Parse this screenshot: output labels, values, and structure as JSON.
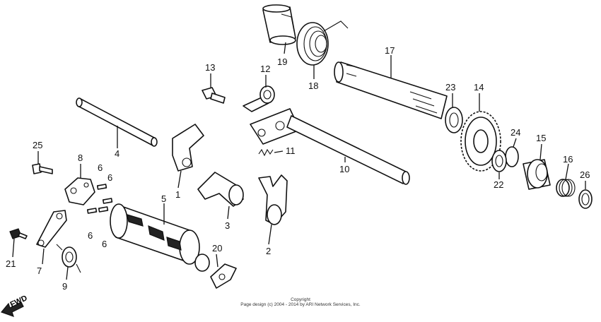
{
  "labels": {
    "p1": "1",
    "p2": "2",
    "p3": "3",
    "p4": "4",
    "p5": "5",
    "p6a": "6",
    "p6b": "6",
    "p6c": "6",
    "p6d": "6",
    "p7": "7",
    "p8": "8",
    "p9": "9",
    "p10": "10",
    "p11": "11",
    "p12": "12",
    "p13": "13",
    "p14": "14",
    "p15": "15",
    "p16": "16",
    "p17": "17",
    "p18": "18",
    "p19": "19",
    "p20": "20",
    "p21": "21",
    "p22": "22",
    "p23": "23",
    "p24": "24",
    "p25": "25",
    "p26": "26"
  },
  "fwd": "FWD",
  "copyright": {
    "line1": "Copyright",
    "line2": "Page design (c) 2004 - 2014 by ARI Network Services, Inc."
  }
}
